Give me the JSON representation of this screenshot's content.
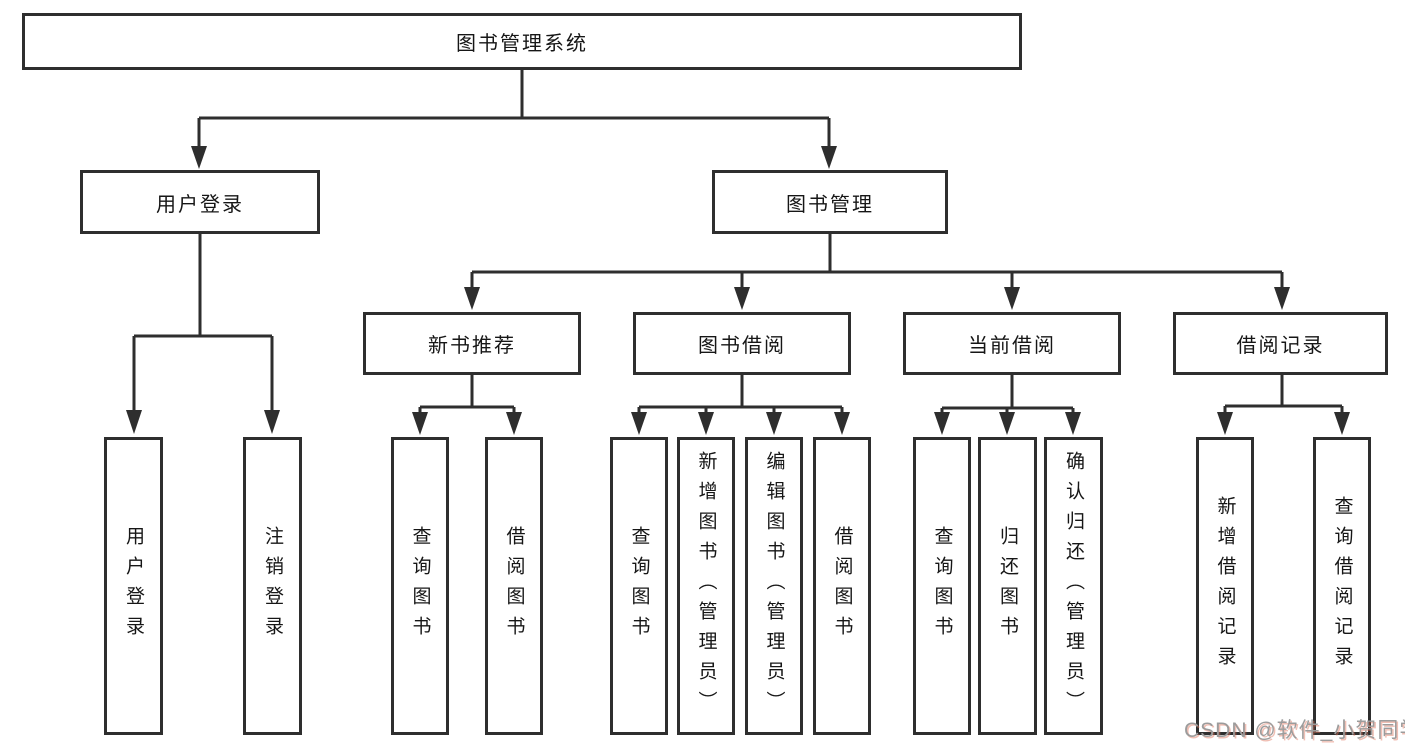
{
  "diagram": {
    "type": "org-tree",
    "title": "图书管理系统",
    "hierarchy": {
      "label": "图书管理系统",
      "children": [
        {
          "label": "用户登录",
          "children": [
            "用户登录",
            "注销登录"
          ]
        },
        {
          "label": "图书管理",
          "children": [
            {
              "label": "新书推荐",
              "children": [
                "查询图书",
                "借阅图书"
              ]
            },
            {
              "label": "图书借阅",
              "children": [
                "查询图书",
                "新增图书（管理员）",
                "编辑图书（管理员）",
                "借阅图书"
              ]
            },
            {
              "label": "当前借阅",
              "children": [
                "查询图书",
                "归还图书",
                "确认归还（管理员）"
              ]
            },
            {
              "label": "借阅记录",
              "children": [
                "新增借阅记录",
                "查询借阅记录"
              ]
            }
          ]
        }
      ]
    }
  },
  "nodes": {
    "root": "图书管理系统",
    "user_login": "用户登录",
    "book_mgmt": "图书管理",
    "new_book": "新书推荐",
    "book_borrow": "图书借阅",
    "current_borrow": "当前借阅",
    "borrow_records": "借阅记录",
    "leaf_user_login": "用户登录",
    "leaf_logout": "注销登录",
    "leaf_nb_query": "查询图书",
    "leaf_nb_borrow": "借阅图书",
    "leaf_bb_query": "查询图书",
    "leaf_bb_add": "新增图书（管理员）",
    "leaf_bb_edit": "编辑图书（管理员）",
    "leaf_bb_borrow": "借阅图书",
    "leaf_cb_query": "查询图书",
    "leaf_cb_return": "归还图书",
    "leaf_cb_confirm": "确认归还（管理员）",
    "leaf_br_add": "新增借阅记录",
    "leaf_br_query": "查询借阅记录"
  },
  "watermark": {
    "text": "CSDN @软件_小贺同学"
  },
  "colors": {
    "line": "#2e2e2e",
    "box_border": "#2e2e2e",
    "text": "#161616",
    "watermark_text": "#9c9c9c",
    "watermark_shadow": "#de7058",
    "background": "#ffffff"
  }
}
